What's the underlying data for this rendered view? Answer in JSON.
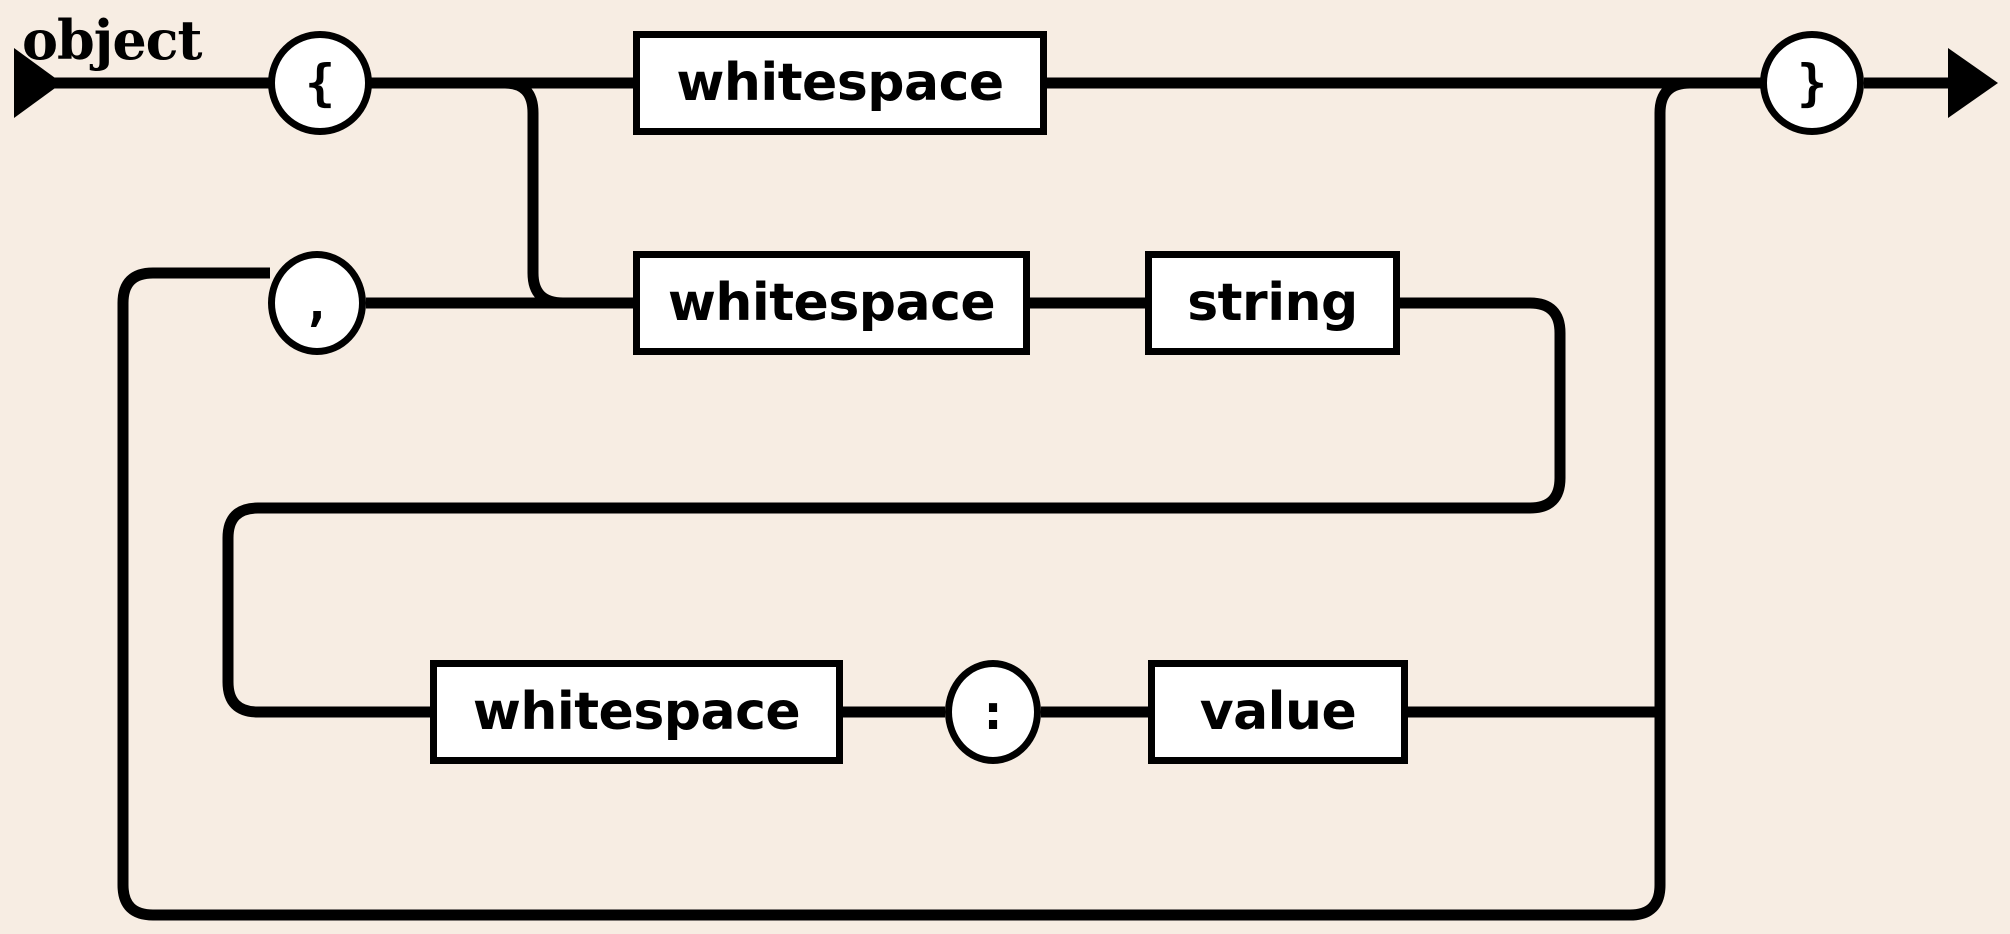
{
  "diagram": {
    "title": "object",
    "type": "railroad-syntax-diagram",
    "background_color": "#F7EDE3",
    "line_color": "#000000",
    "node_fill_color": "#FFFFFF",
    "entry_arrow": "start-arrow-icon",
    "exit_arrow": "end-arrow-icon",
    "nodes": {
      "open_brace": "{",
      "close_brace": "}",
      "comma": ",",
      "colon": ":",
      "whitespace_top": "whitespace",
      "whitespace_middle": "whitespace",
      "whitespace_bottom": "whitespace",
      "string": "string",
      "value": "value"
    }
  }
}
